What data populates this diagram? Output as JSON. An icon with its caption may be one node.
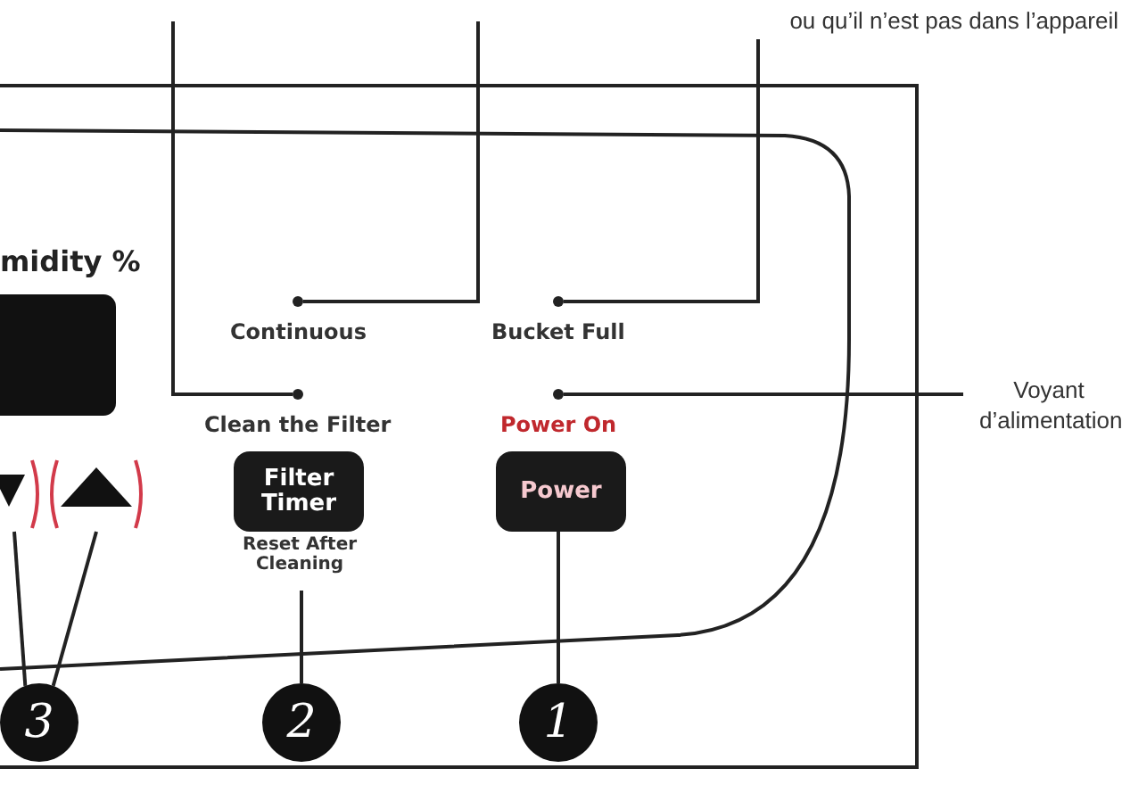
{
  "diagram": {
    "nodes": [
      {
        "text": [
          "ou qu’il n’est pas dans l’appareil"
        ]
      },
      {
        "text": [],
        "shape": "circle",
        "beside": [
          "Continuous"
        ]
      },
      {
        "text": [],
        "shape": "circle",
        "beside": [
          "Bucket Full"
        ]
      },
      {
        "text": [],
        "shape": "circle",
        "beside": [
          "Clean the Filter"
        ]
      },
      {
        "text": [],
        "shape": "circle",
        "beside": [
          "Power On"
        ]
      },
      {
        "text": [
          "Voyant d’alimentation"
        ]
      },
      {
        "text": [
          "Filter Timer"
        ],
        "beside": [
          "Reset After Cleaning"
        ]
      },
      {
        "text": [
          "Power"
        ]
      },
      {
        "text": [],
        "shape": "box"
      },
      {
        "text": [],
        "shape": "box"
      },
      {
        "text": [
          "3"
        ]
      },
      {
        "text": [
          "2"
        ]
      },
      {
        "text": [
          "1"
        ]
      }
    ],
    "edges": [
      {
        "from": null,
        "to": 3,
        "arrow": "none"
      },
      {
        "from": null,
        "to": 1,
        "arrow": "none"
      },
      {
        "from": 0,
        "to": 2,
        "arrow": "none"
      },
      {
        "from": 5,
        "to": 4,
        "arrow": "none"
      },
      {
        "from": 10,
        "to": 8,
        "arrow": "none"
      },
      {
        "from": 10,
        "to": 9,
        "arrow": "none"
      },
      {
        "from": 11,
        "to": 6,
        "arrow": "none"
      },
      {
        "from": 12,
        "to": 7,
        "arrow": "none"
      }
    ],
    "labels": [
      "midity %"
    ]
  }
}
